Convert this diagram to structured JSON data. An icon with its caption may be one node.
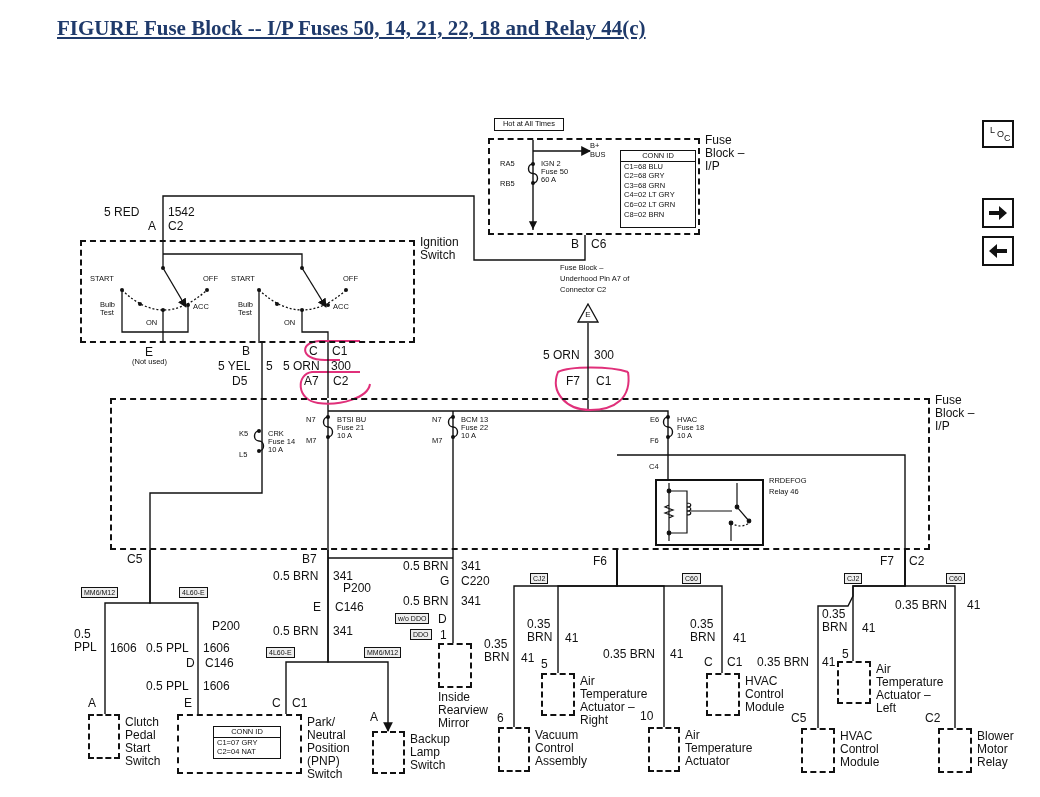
{
  "diagram": {
    "title": "FIGURE Fuse Block -- I/P Fuses 50, 14, 21, 22, 18 and Relay 44(c)",
    "nodes": [
      {
        "text": [
          "Hot at All Times"
        ]
      },
      {
        "text": [
          "Fuse Block – I/P"
        ]
      },
      {
        "text": [
          "CONN ID",
          "C1=68 BLU",
          "C2=68 GRY",
          "C3=68 GRN",
          "C4=02 LT GRY",
          "C6=02 LT GRN",
          "C8=02 BRN"
        ],
        "in": 1
      },
      {
        "text": [
          "Ignition Switch"
        ]
      },
      {
        "text": [
          "Fuse Block – I/P"
        ]
      },
      {
        "text": [
          "RRDEFOG Relay 46"
        ],
        "in": 4
      },
      {
        "text": [
          "E"
        ],
        "beside": [
          "Fuse Block – Underhood Pin A7 of Connector C2"
        ]
      },
      {
        "text": [
          "Clutch Pedal Start Switch"
        ]
      },
      {
        "text": [
          "Park/ Neutral Position (PNP) Switch"
        ]
      },
      {
        "text": [
          "CONN ID",
          "C1=07 GRY",
          "C2=04 NAT"
        ],
        "in": 8
      },
      {
        "text": [
          "Backup Lamp Switch"
        ]
      },
      {
        "text": [
          "Inside Rearview Mirror"
        ]
      },
      {
        "text": [
          "Vacuum Control Assembly"
        ]
      },
      {
        "text": [
          "Air Temperature Actuator – Right"
        ]
      },
      {
        "text": [
          "Air Temperature Actuator"
        ]
      },
      {
        "text": [
          "HVAC Control Module"
        ]
      },
      {
        "text": [
          "Air Temperature Actuator – Left"
        ]
      },
      {
        "text": [
          "HVAC Control Module"
        ]
      },
      {
        "text": [
          "Blower Motor Relay"
        ]
      },
      {
        "text": [
          "B+ BUS"
        ],
        "in": 1
      }
    ],
    "edges": [
      {
        "from": 1,
        "to": 3,
        "arrow": "none"
      },
      {
        "from": 3,
        "to": 4,
        "arrow": "none"
      },
      {
        "from": 3,
        "to": 4,
        "arrow": "none"
      },
      {
        "from": 6,
        "to": 4,
        "arrow": "none"
      },
      {
        "from": 4,
        "to": 7,
        "arrow": "none"
      },
      {
        "from": 4,
        "to": 8,
        "arrow": "none"
      },
      {
        "from": 4,
        "to": 8,
        "arrow": "none"
      },
      {
        "from": 4,
        "to": 10,
        "arrow": "to"
      },
      {
        "from": 4,
        "to": 11,
        "arrow": "none"
      },
      {
        "from": 4,
        "to": 12,
        "arrow": "none"
      },
      {
        "from": 4,
        "to": 13,
        "arrow": "none"
      },
      {
        "from": 4,
        "to": 14,
        "arrow": "none"
      },
      {
        "from": 4,
        "to": 15,
        "arrow": "none"
      },
      {
        "from": 4,
        "to": 16,
        "arrow": "none"
      },
      {
        "from": 4,
        "to": 17,
        "arrow": "none"
      },
      {
        "from": 4,
        "to": 18,
        "arrow": "none"
      },
      {
        "from": null,
        "to": 19,
        "arrow": "to"
      }
    ],
    "labels": [
      "RA5",
      "IGN 2 Fuse 50 60 A",
      "RB5",
      "5 RED",
      "1542",
      "A",
      "C2",
      "B",
      "C6",
      "START",
      "OFF",
      "START",
      "OFF",
      "Bulb Test",
      "ACC",
      "Bulb Test",
      "ACC",
      "ON",
      "ON",
      "E",
      "(Not used)",
      "B",
      "C",
      "C1",
      "5 YEL",
      "5",
      "5 ORN",
      "300",
      "5 ORN",
      "300",
      "D5",
      "A7",
      "C2",
      "F7",
      "C1",
      "N7",
      "BTSI BU Fuse 21 10 A",
      "N7",
      "BCM 13 Fuse 22 10 A",
      "E6",
      "HVAC Fuse 18 10 A",
      "K5",
      "CRK Fuse 14 10 A",
      "M7",
      "M7",
      "F6",
      "L5",
      "C4",
      "C5",
      "B7",
      "0.5 BRN",
      "341",
      "F6",
      "F7",
      "C2",
      "0.5 BRN",
      "341",
      "G",
      "C220",
      "MM6/M12",
      "4L60-E",
      "CJ2",
      "C60",
      "CJ2",
      "C60",
      "P200",
      "E",
      "C146",
      "0.5 BRN",
      "341",
      "0.35 BRN",
      "41",
      "w/o DDO",
      "D",
      "0.35 BRN",
      "41",
      "0.35 BRN",
      "41",
      "0.35 BRN",
      "41",
      "P200",
      "0.5 BRN",
      "341",
      "DDO",
      "1",
      "0.5 PPL",
      "0.35 BRN",
      "41",
      "1606",
      "0.5 PPL",
      "1606",
      "4L60-E",
      "MM6/M12",
      "5",
      "0.35 BRN",
      "41",
      "0.35 BRN",
      "41",
      "5",
      "D",
      "C146",
      "C",
      "C1",
      "0.5 PPL",
      "1606",
      "A",
      "E",
      "C",
      "C1",
      "A",
      "6",
      "10",
      "C5",
      "C2",
      "LOC"
    ]
  }
}
